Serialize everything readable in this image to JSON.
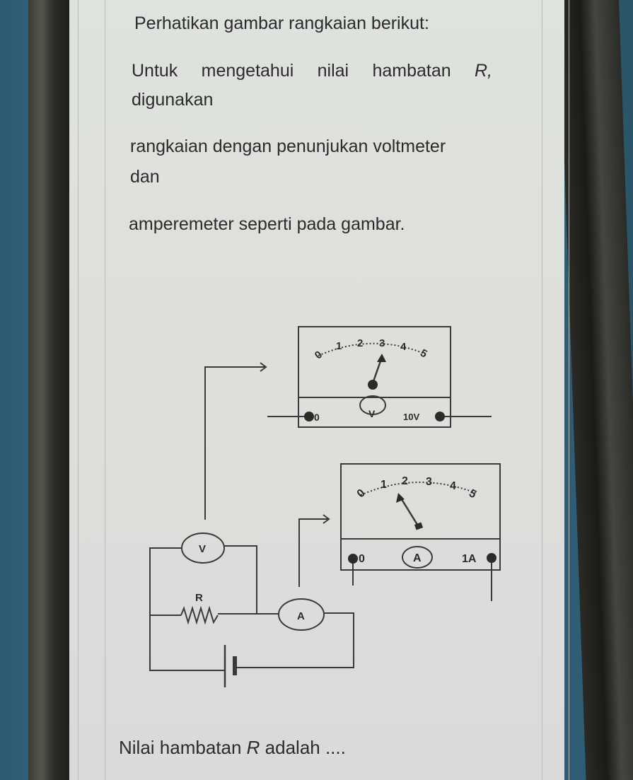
{
  "question": {
    "intro": "Perhatikan gambar rangkaian berikut:",
    "para1_line1_words": [
      "Untuk",
      "mengetahui",
      "nilai",
      "hambatan",
      "R,"
    ],
    "para1_line2": "digunakan",
    "para2_line1": "rangkaian dengan penunjukan voltmeter",
    "para2_line2": "dan",
    "para3": "amperemeter seperti pada gambar.",
    "prompt_before": "Nilai hambatan ",
    "prompt_var": "R",
    "prompt_after": " adalah ...."
  },
  "voltmeter_display": {
    "scale": [
      "0",
      "1",
      "2",
      "3",
      "4",
      "5"
    ],
    "needle_value": 3,
    "terminal_left": "0",
    "symbol": "V",
    "terminal_right": "10V"
  },
  "ammeter_display": {
    "scale": [
      "0",
      "1",
      "2",
      "3",
      "4",
      "5"
    ],
    "needle_value": 1.5,
    "terminal_left": "0",
    "symbol": "A",
    "terminal_right": "1A"
  },
  "circuit": {
    "voltmeter_label": "V",
    "ammeter_label": "A",
    "resistor_label": "R"
  },
  "colors": {
    "ink": "#2b2b2b",
    "screen": "#dedfdb",
    "table_bg": "#2f5d74"
  }
}
